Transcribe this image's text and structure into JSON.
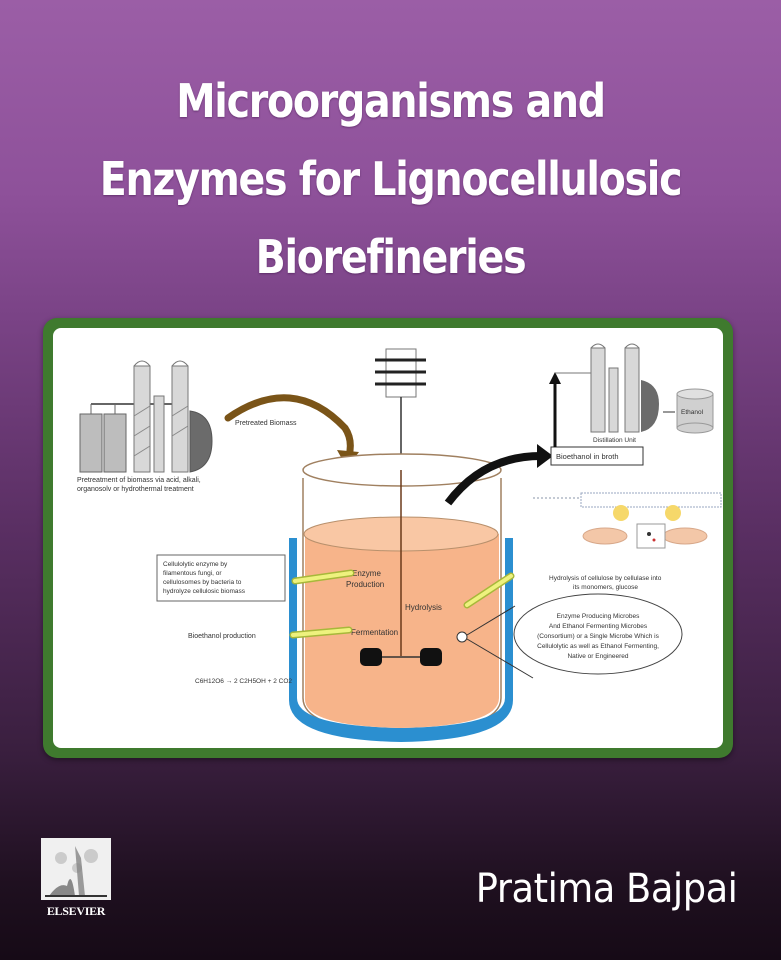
{
  "book": {
    "title_lines": [
      "Microorganisms and",
      "Enzymes for Lignocellulosic",
      "Biorefineries"
    ],
    "author": "Pratima Bajpai",
    "publisher": "ELSEVIER"
  },
  "colors": {
    "background_top": "#9b5ea6",
    "background_bottom": "#160a16",
    "panel_border": "#3f7a2e",
    "broth": "#f7b48a",
    "jacket": "#2b8fd0",
    "arrow_brown": "#7a5418",
    "arrow_yellow": "#e8f07a"
  },
  "diagram": {
    "pretreatment_caption_1": "Pretreatment of biomass via acid, alkali,",
    "pretreatment_caption_2": "organosolv or hydrothermal treatment",
    "pretreated_biomass": "Pretreated Biomass",
    "distillation_unit": "Distillation Unit",
    "ethanol": "Ethanol",
    "bioethanol_in_broth": "Bioethanol in broth",
    "cellulolytic_box": [
      "Cellulolytic enzyme by",
      "filamentous fungi, or",
      "cellulosomes by bacteria to",
      "hydrolyze cellulosic biomass"
    ],
    "enzyme_production_1": "Enzyme",
    "enzyme_production_2": "Production",
    "hydrolysis": "Hydrolysis",
    "fermentation": "Fermentation",
    "bioethanol_production": "Bioethanol production",
    "equation": "C6H12O6 → 2 C2H5OH + 2 CO2",
    "hydrolysis_caption_1": "Hydrolysis of cellulose by cellulase into",
    "hydrolysis_caption_2": "its monomers, glucose",
    "microbe_ellipse": [
      "Enzyme Producing Microbes",
      "And Ethanol Fermenting Microbes",
      "(Consortium) or a Single Microbe Which is",
      "Cellulolytic as well as Ethanol Fermenting,",
      "Native or Engineered"
    ]
  }
}
